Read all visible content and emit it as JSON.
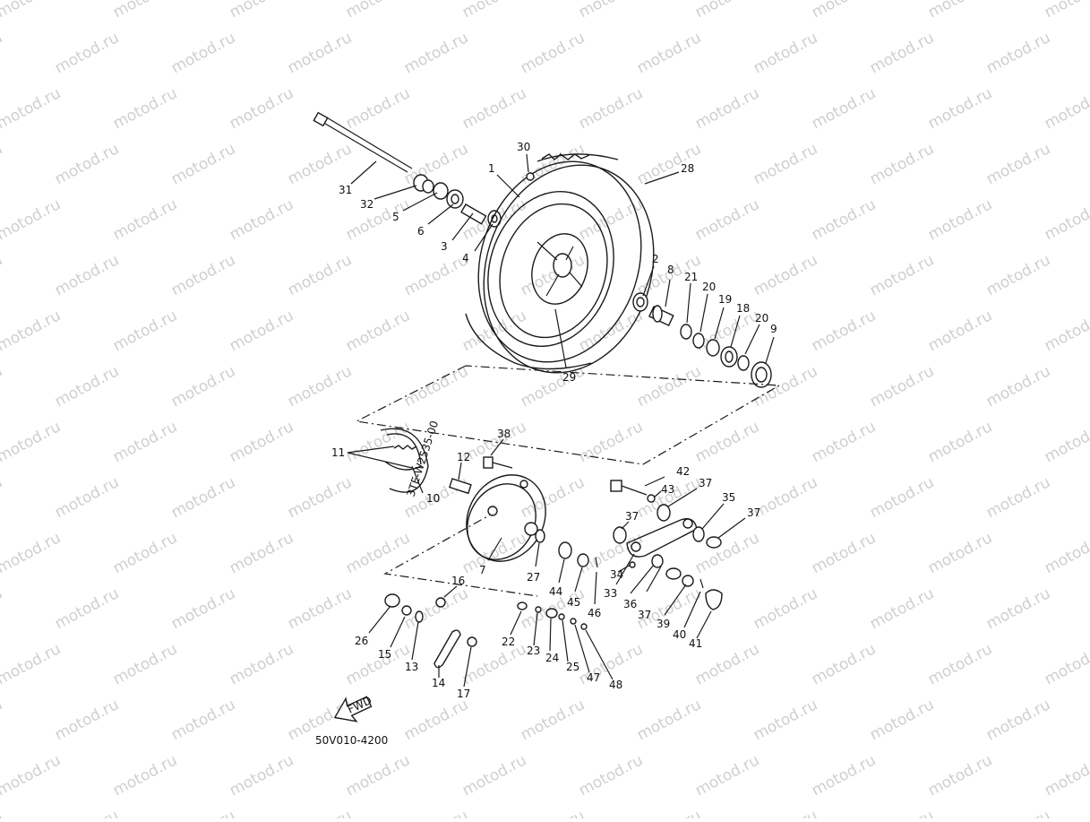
{
  "watermark": {
    "text": "motod.ru",
    "color": "#cfcfcf"
  },
  "diagram": {
    "code": "50V010-4200",
    "stamp": "3TE-W2535-00",
    "fwd_label": "FWD",
    "callouts": [
      "1",
      "2",
      "3",
      "4",
      "5",
      "6",
      "8",
      "9",
      "18",
      "19",
      "20",
      "20",
      "21",
      "28",
      "29",
      "30",
      "31",
      "32",
      "10",
      "11",
      "12",
      "7",
      "38",
      "42",
      "43",
      "37",
      "37",
      "37",
      "37",
      "35",
      "33",
      "34",
      "36",
      "39",
      "40",
      "41",
      "44",
      "45",
      "46",
      "27",
      "16",
      "26",
      "15",
      "13",
      "14",
      "17",
      "22",
      "23",
      "24",
      "25",
      "47",
      "48"
    ]
  }
}
